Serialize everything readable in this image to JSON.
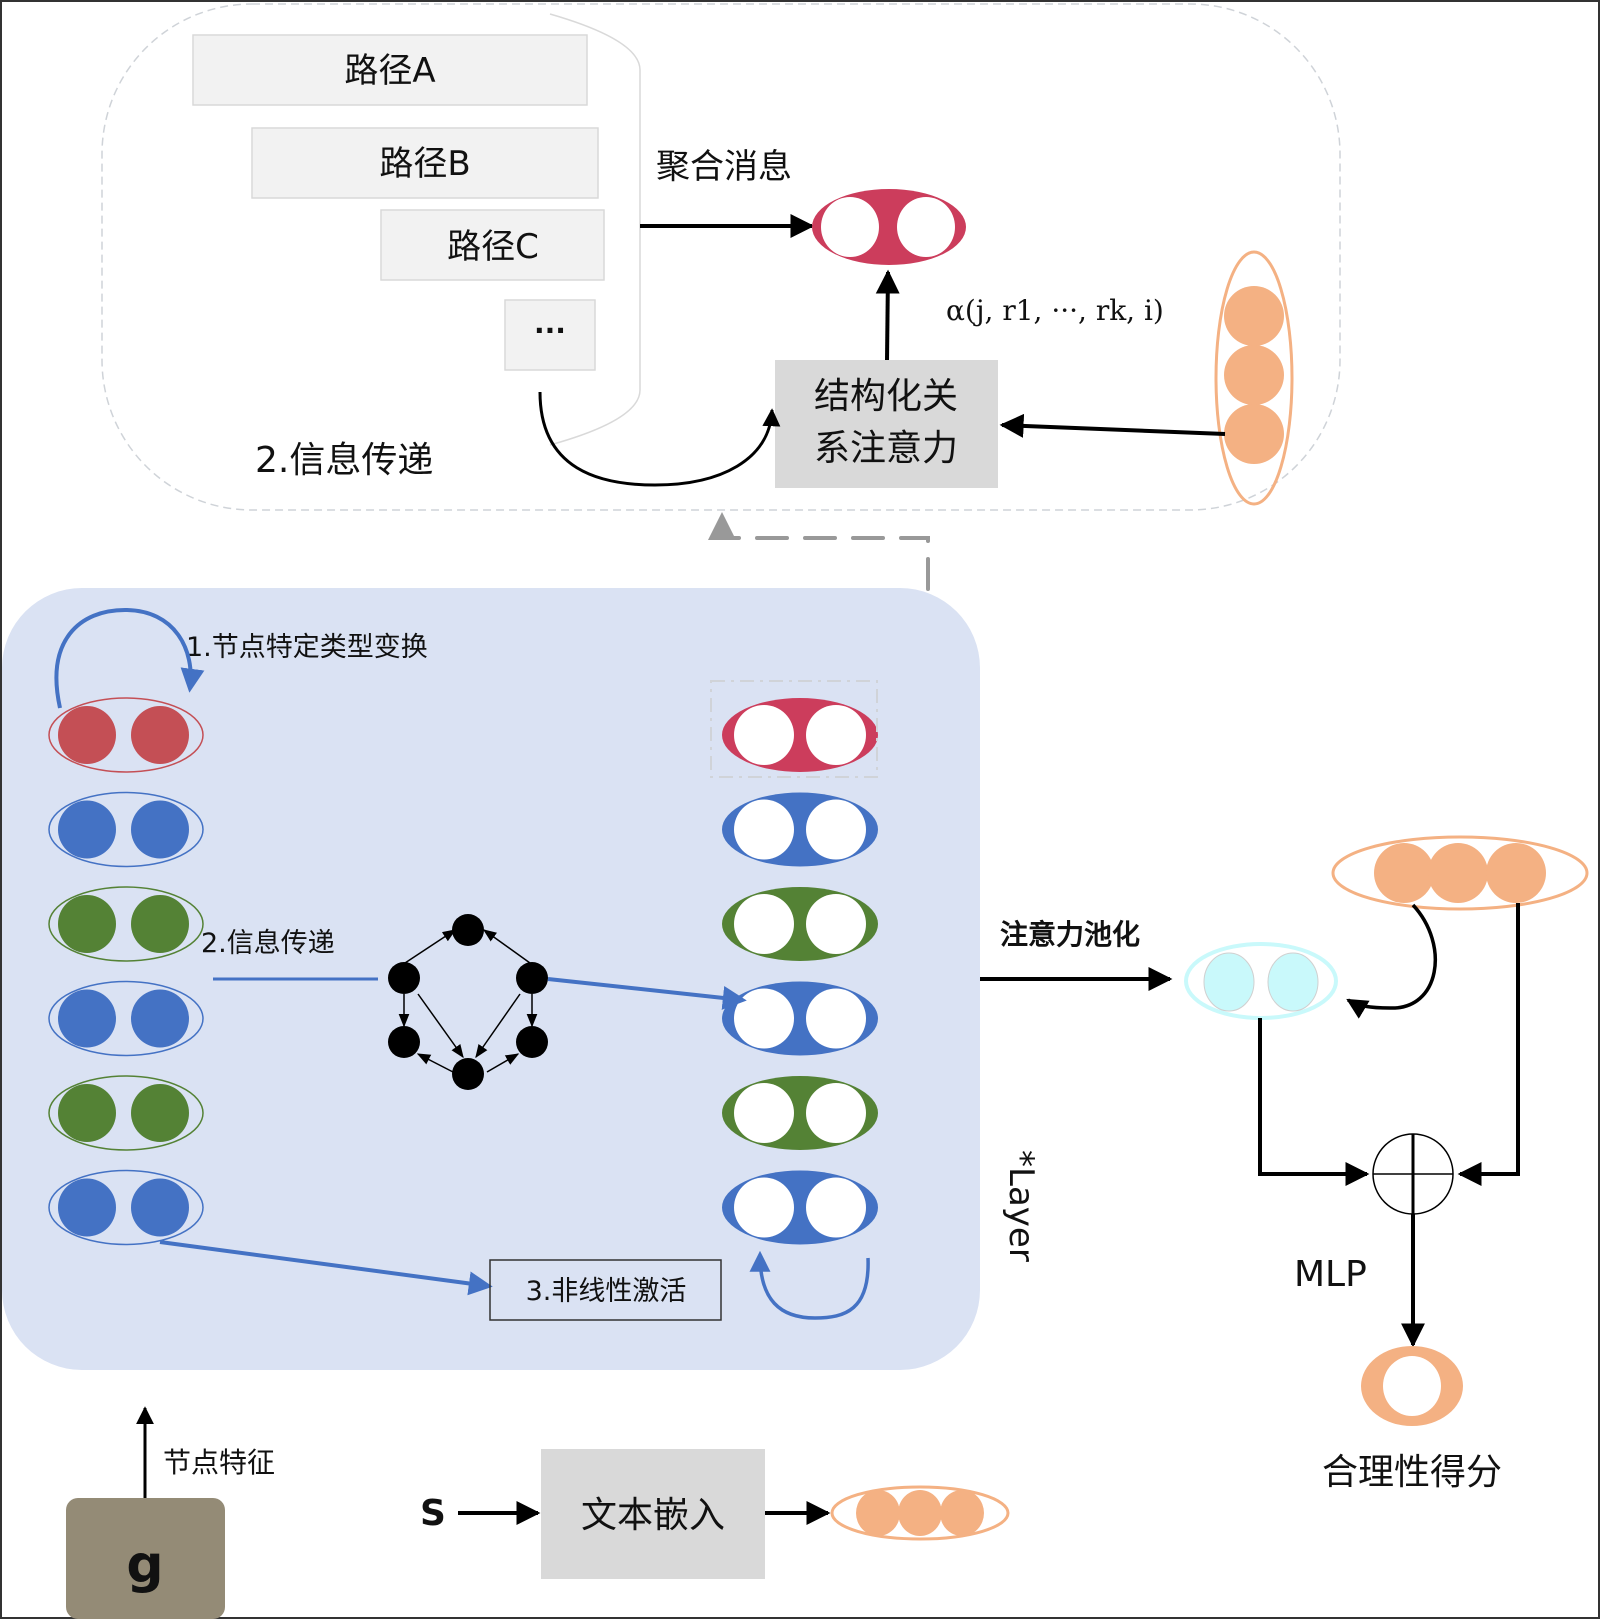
{
  "diagram": {
    "top_panel": {
      "paths": [
        "路径A",
        "路径B",
        "路径C",
        "···"
      ],
      "aggregate_label": "聚合消息",
      "attention_box": [
        "结构化关",
        "系注意力"
      ],
      "attention_formula": "α(j, r1, ···, rk, i)",
      "step_label": "2.信息传递"
    },
    "layer_panel": {
      "step1_label": "1.节点特定类型变换",
      "step2_label": "2.信息传递",
      "step3_label": "3.非线性激活",
      "layer_label": "*Layer",
      "node_rows": [
        "red",
        "blue",
        "green",
        "blue",
        "green",
        "blue"
      ]
    },
    "right_panel": {
      "pooling_label": "注意力池化",
      "mlp_label": "MLP",
      "score_label": "合理性得分"
    },
    "bottom": {
      "g_label": "g",
      "node_feature_label": "节点特征",
      "s_label": "S",
      "text_embed_label": "文本嵌入"
    },
    "colors": {
      "red": "#c44f55",
      "red_dark": "#cc3d5c",
      "blue": "#4472c4",
      "green": "#548235",
      "orange": "#f4b183",
      "cyan": "#c9f9fb",
      "panel_bg": "#dae2f3",
      "gray_box": "#d9d9d9",
      "path_box": "#f2f2f2",
      "g_box": "#948b76"
    }
  }
}
